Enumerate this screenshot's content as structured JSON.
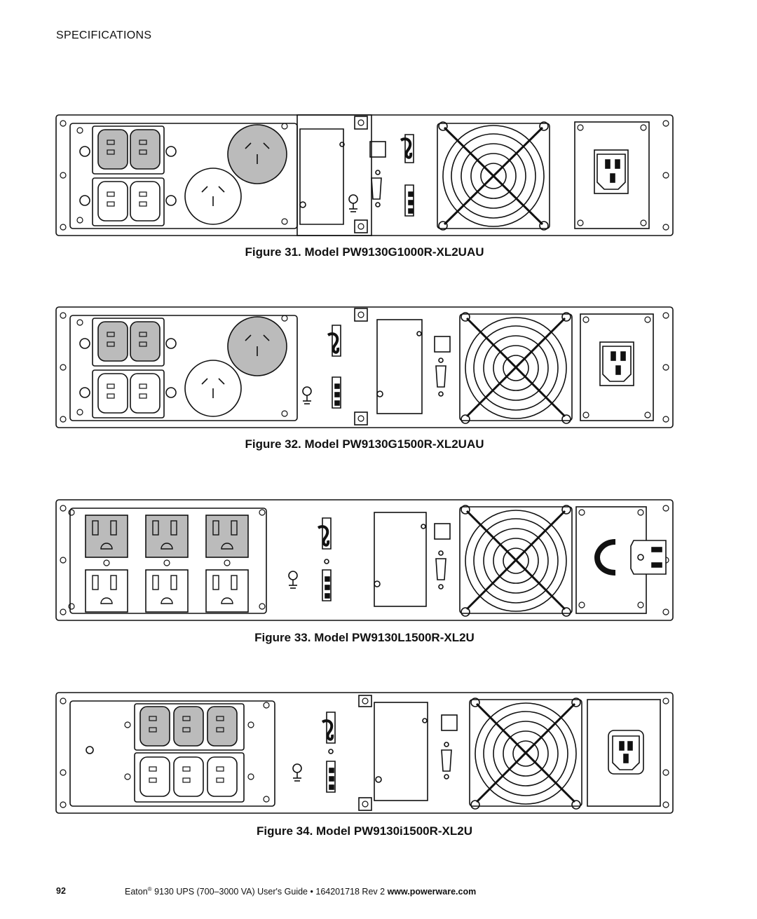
{
  "header": {
    "section": "SPECIFICATIONS"
  },
  "figures": [
    {
      "caption": "Figure 31. Model PW9130G1000R-XL2UAU"
    },
    {
      "caption": "Figure 32. Model PW9130G1500R-XL2UAU"
    },
    {
      "caption": "Figure 33. Model PW9130L1500R-XL2U"
    },
    {
      "caption": "Figure 34. Model PW9130i1500R-XL2U"
    }
  ],
  "footer": {
    "page_number": "92",
    "brand": "Eaton",
    "registered_mark": "®",
    "guide_title": "9130 UPS (700–3000 VA) User's Guide",
    "bullet": "•",
    "doc_rev": "164201718 Rev 2",
    "url": "www.powerware.com"
  }
}
